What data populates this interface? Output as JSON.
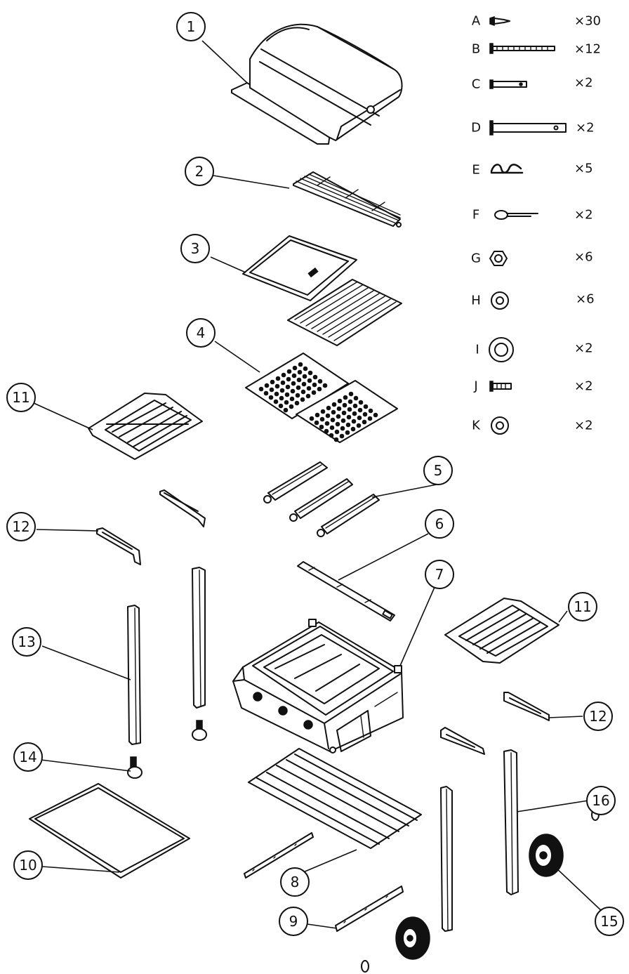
{
  "callouts": [
    "1",
    "2",
    "3",
    "4",
    "5",
    "6",
    "7",
    "8",
    "9",
    "10",
    "11",
    "11",
    "12",
    "12",
    "13",
    "14",
    "15",
    "16"
  ],
  "hardware": [
    {
      "letter": "A",
      "qty": "×30",
      "icon": "screw-icon"
    },
    {
      "letter": "B",
      "qty": "×12",
      "icon": "long-bolt-icon"
    },
    {
      "letter": "C",
      "qty": "×2",
      "icon": "pin-icon"
    },
    {
      "letter": "D",
      "qty": "×2",
      "icon": "axle-icon"
    },
    {
      "letter": "E",
      "qty": "×5",
      "icon": "spring-clip-icon"
    },
    {
      "letter": "F",
      "qty": "×2",
      "icon": "cotter-pin-icon"
    },
    {
      "letter": "G",
      "qty": "×6",
      "icon": "hex-nut-icon"
    },
    {
      "letter": "H",
      "qty": "×6",
      "icon": "washer-icon"
    },
    {
      "letter": "I",
      "qty": "×2",
      "icon": "large-washer-icon"
    },
    {
      "letter": "J",
      "qty": "×2",
      "icon": "short-bolt-icon"
    },
    {
      "letter": "K",
      "qty": "×2",
      "icon": "washer-icon"
    }
  ]
}
